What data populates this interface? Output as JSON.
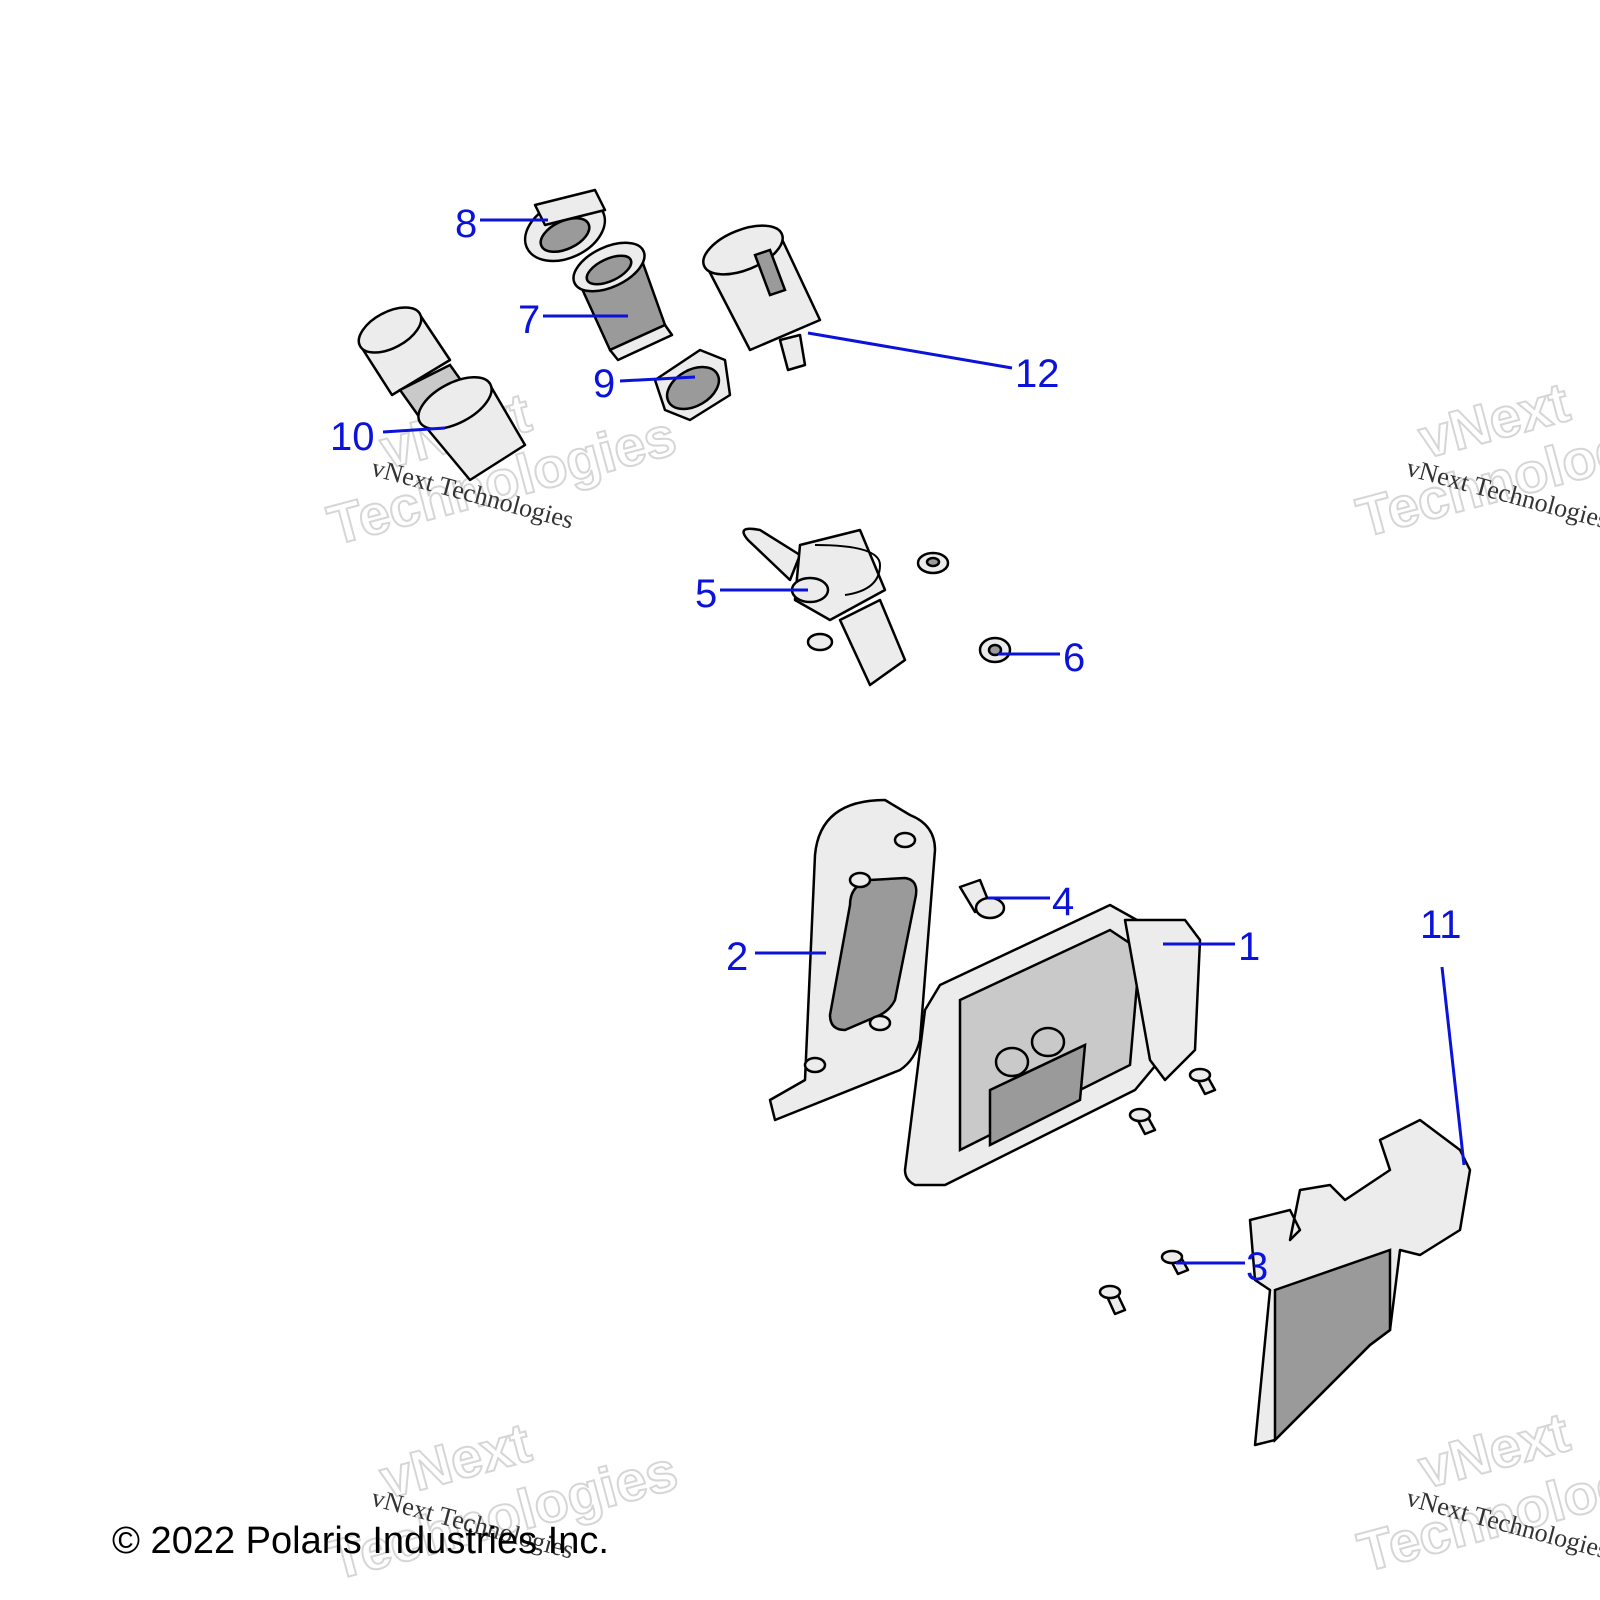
{
  "callouts": [
    {
      "id": "1",
      "label": "1"
    },
    {
      "id": "2",
      "label": "2"
    },
    {
      "id": "3",
      "label": "3"
    },
    {
      "id": "4",
      "label": "4"
    },
    {
      "id": "5",
      "label": "5"
    },
    {
      "id": "6",
      "label": "6"
    },
    {
      "id": "7",
      "label": "7"
    },
    {
      "id": "8",
      "label": "8"
    },
    {
      "id": "9",
      "label": "9"
    },
    {
      "id": "10",
      "label": "10"
    },
    {
      "id": "11",
      "label": "11"
    },
    {
      "id": "12",
      "label": "12"
    }
  ],
  "watermark": {
    "big_line1": "vNext",
    "big_line2": "Technologies",
    "small": "vNext Technologies"
  },
  "copyright": "© 2022 Polaris Industries Inc.",
  "colors": {
    "callout": "#0b12d9",
    "part_fill": "#ececec",
    "part_shade": "#9a9a9a"
  }
}
